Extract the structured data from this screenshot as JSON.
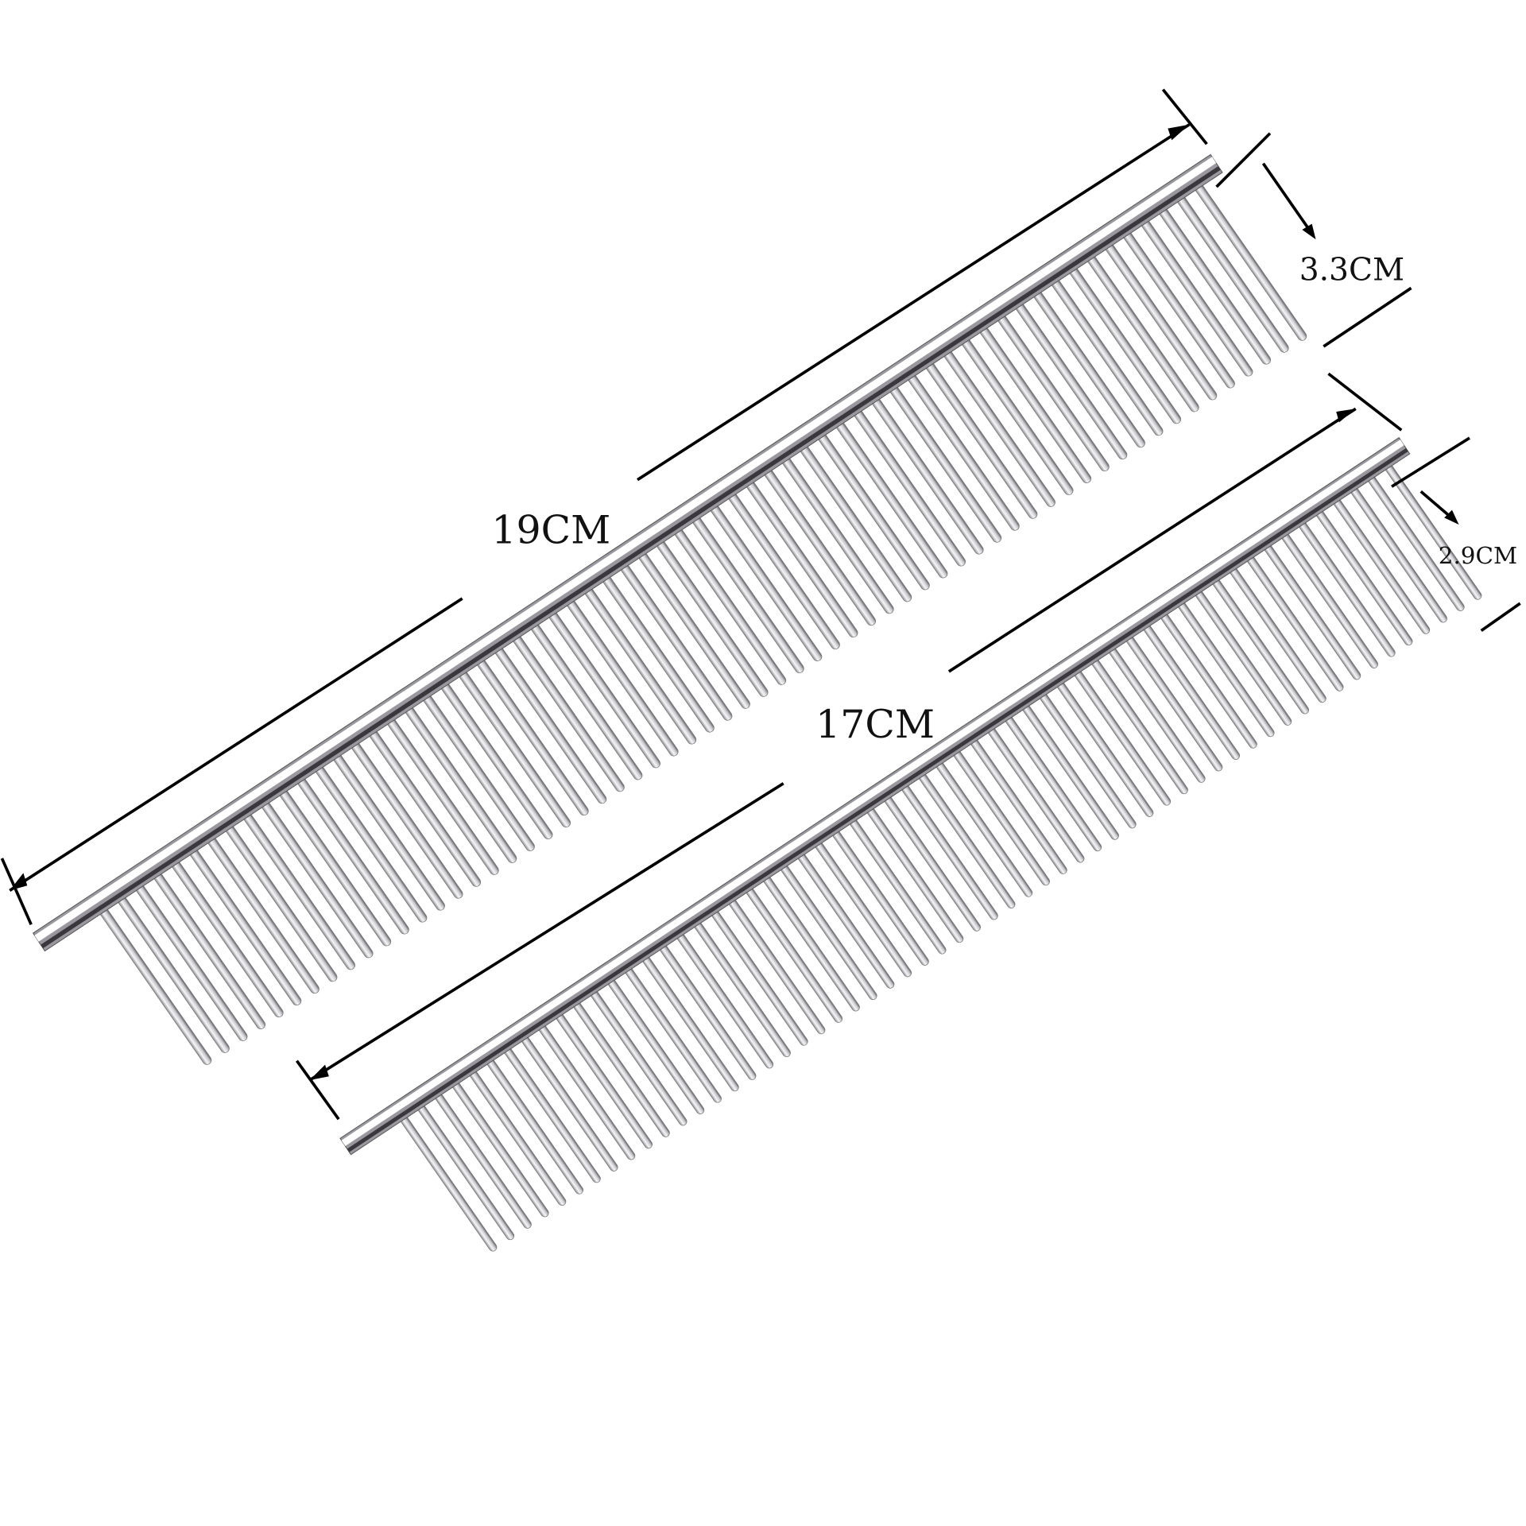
{
  "combs": [
    {
      "name": "large-comb",
      "length_label": "19CM",
      "tooth_label": "3.3CM"
    },
    {
      "name": "small-comb",
      "length_label": "17CM",
      "tooth_label": "2.9CM"
    }
  ],
  "colors": {
    "background": "#ffffff",
    "steel_light": "#f4f4f6",
    "steel_dark": "#6a6a70",
    "annotation": "#000000"
  }
}
